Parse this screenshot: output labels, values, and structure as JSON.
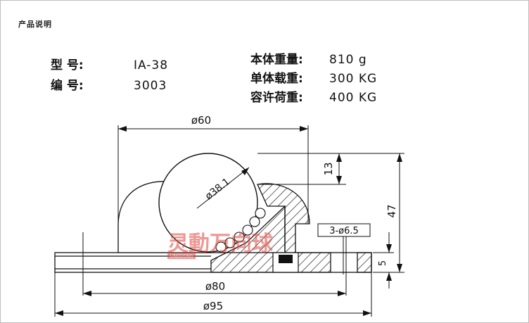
{
  "section_title": "产品说明",
  "specs_left": [
    {
      "label": "型    号:",
      "value": "IA-38"
    },
    {
      "label": "编    号:",
      "value": "3003"
    }
  ],
  "specs_right": [
    {
      "label": "本体重量:",
      "value": "810 g"
    },
    {
      "label": "单体载重:",
      "value": "300 KG"
    },
    {
      "label": "容许荷重:",
      "value": "400 KG"
    }
  ],
  "dimensions": {
    "d60": "ø60",
    "d38": "ø38.1",
    "h13": "13",
    "h47": "47",
    "holes": "3-ø6.5",
    "h5": "5",
    "d80": "ø80",
    "d95": "ø95"
  },
  "watermark": {
    "text": "灵動万向球",
    "tag": "LINGDONG"
  },
  "colors": {
    "line": "#111111",
    "watermark": "#e0443e",
    "frame": "#bdbdbd"
  }
}
